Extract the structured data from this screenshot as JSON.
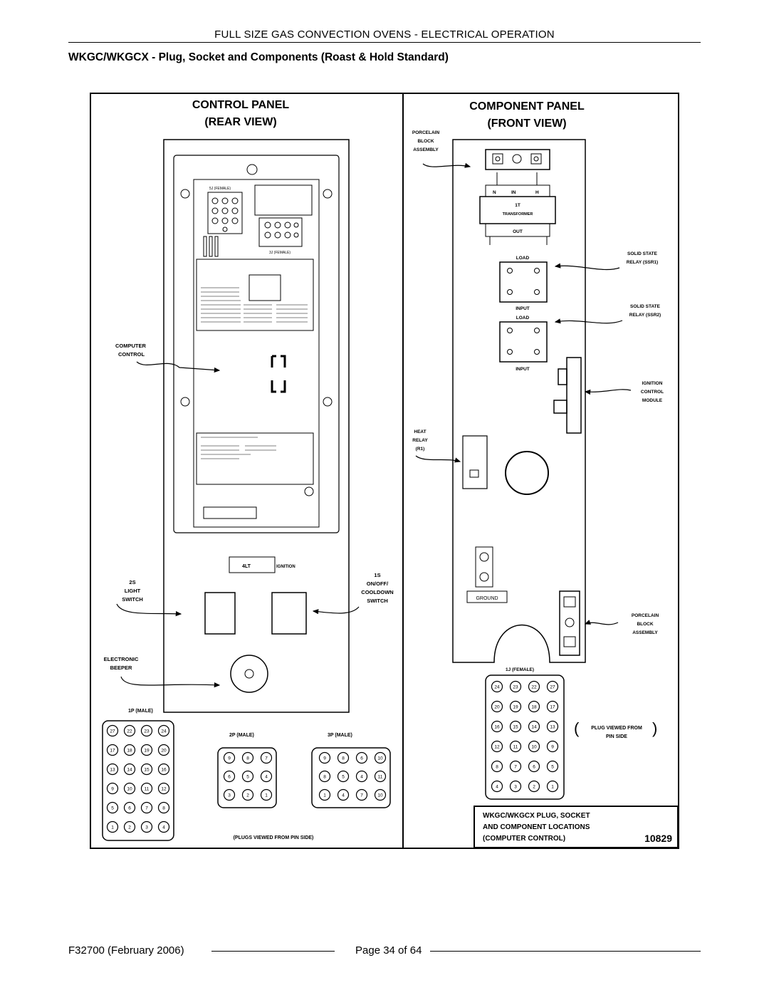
{
  "header": {
    "title": "FULL SIZE GAS CONVECTION OVENS - ELECTRICAL OPERATION",
    "section_title": "WKGC/WKGCX - Plug, Socket and Components (Roast & Hold Standard)"
  },
  "figure": {
    "control_panel": {
      "title_line1": "CONTROL PANEL",
      "title_line2": "(REAR VIEW)",
      "connector_5j": "5J (FEMALE)",
      "connector_3j": "3J (FEMALE)",
      "computer_control_1": "COMPUTER",
      "computer_control_2": "CONTROL",
      "light_label": "4LT",
      "ignition_label": "IGNITION",
      "light_switch_1": "2S",
      "light_switch_2": "LIGHT",
      "light_switch_3": "SWITCH",
      "onoff_switch_1": "1S",
      "onoff_switch_2": "ON/OFF/",
      "onoff_switch_3": "COOLDOWN",
      "onoff_switch_4": "SWITCH",
      "beeper_1": "ELECTRONIC",
      "beeper_2": "BEEPER",
      "plug_1p": "1P (MALE)",
      "plug_2p": "2P (MALE)",
      "plug_3p": "3P (MALE)",
      "plugs_note": "(PLUGS VIEWED FROM PIN SIDE)",
      "plug_1p_pins": [
        [
          "27",
          "22",
          "23",
          "24"
        ],
        [
          "17",
          "18",
          "19",
          "20"
        ],
        [
          "13",
          "14",
          "15",
          "16"
        ],
        [
          "9",
          "10",
          "11",
          "12"
        ],
        [
          "5",
          "6",
          "7",
          "8"
        ],
        [
          "1",
          "2",
          "3",
          "4"
        ]
      ],
      "plug_2p_pins": [
        [
          "9",
          "8",
          "7"
        ],
        [
          "6",
          "5",
          "4"
        ],
        [
          "3",
          "2",
          "1"
        ]
      ],
      "plug_3p_pins": [
        [
          "9",
          "8",
          "6",
          "10"
        ],
        [
          "8",
          "5",
          "4",
          "11"
        ],
        [
          "1",
          "4",
          "7",
          "10"
        ]
      ]
    },
    "component_panel": {
      "title_line1": "COMPONENT PANEL",
      "title_line2": "(FRONT VIEW)",
      "porcelain_top_1": "PORCELAIN",
      "porcelain_top_2": "BLOCK",
      "porcelain_top_3": "ASSEMBLY",
      "transformer_n": "N",
      "transformer_in": "IN",
      "transformer_h": "H",
      "transformer_id": "1T",
      "transformer_name": "TRANSFORMER",
      "transformer_out": "OUT",
      "load_label": "LOAD",
      "input_label": "INPUT",
      "ssr1_1": "SOLID STATE",
      "ssr1_2": "RELAY (SSR1)",
      "ssr2_1": "SOLID STATE",
      "ssr2_2": "RELAY (SSR2)",
      "ignition_1": "IGNITION",
      "ignition_2": "CONTROL",
      "ignition_3": "MODULE",
      "heat_relay_1": "HEAT",
      "heat_relay_2": "RELAY",
      "heat_relay_3": "(R1)",
      "ground_label": "GROUND",
      "porcelain_bot_1": "PORCELAIN",
      "porcelain_bot_2": "BLOCK",
      "porcelain_bot_3": "ASSEMBLY",
      "socket_1j": "1J (FEMALE)",
      "plug_view_note_1": "PLUG VIEWED FROM",
      "plug_view_note_2": "PIN SIDE",
      "socket_1j_pins": [
        [
          "24",
          "23",
          "22",
          "27"
        ],
        [
          "20",
          "19",
          "18",
          "17"
        ],
        [
          "16",
          "15",
          "14",
          "13"
        ],
        [
          "12",
          "11",
          "10",
          "9"
        ],
        [
          "8",
          "7",
          "6",
          "5"
        ],
        [
          "4",
          "3",
          "2",
          "1"
        ]
      ]
    },
    "caption_line1": "WKGC/WKGCX PLUG, SOCKET",
    "caption_line2": "AND COMPONENT LOCATIONS",
    "caption_line3": "(COMPUTER CONTROL)",
    "figure_number": "10829"
  },
  "footer": {
    "doc_id": "F32700 (February 2006)",
    "page": "Page 34 of  64"
  }
}
